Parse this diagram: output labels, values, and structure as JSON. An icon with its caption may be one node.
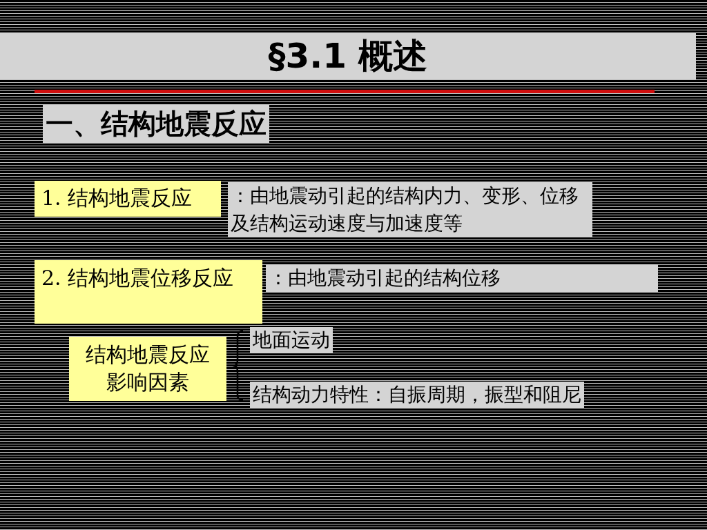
{
  "diagram": {
    "title": "§3.1 概述",
    "nodes": [
      {
        "text": [
          "1. 结构地震反应"
        ],
        "beside": [
          "：由地震动引起的结构内力、变形、位移及结构运动速度与加速度等"
        ]
      },
      {
        "text": [
          "2. 结构地震位移反应"
        ],
        "beside": [
          "：由地震动引起的结构位移"
        ]
      },
      {
        "text": [
          "结构地震反应影响因素"
        ]
      }
    ],
    "labels": [
      "一、结构地震反应",
      "地面运动",
      "结构动力特性：自振周期，振型和阻尼"
    ]
  }
}
